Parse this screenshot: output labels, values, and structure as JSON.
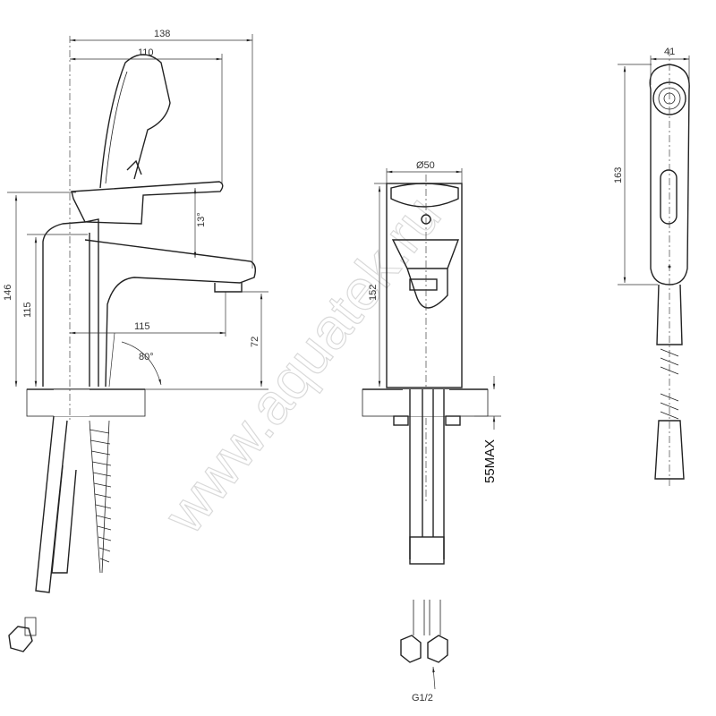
{
  "watermark": "www.aquatek.ru",
  "side_view": {
    "overall_width": "138",
    "lever_reach": "110",
    "lever_angle": "13°",
    "overall_height": "146",
    "spout_height_top": "115",
    "spout_reach": "115",
    "spout_clearance": "72",
    "spout_angle": "80°"
  },
  "front_view": {
    "diameter": "Ø50",
    "height": "152",
    "max_deck_thickness": "55MAX",
    "thread": "G1/2"
  },
  "hand_shower": {
    "width": "41",
    "length": "163"
  }
}
